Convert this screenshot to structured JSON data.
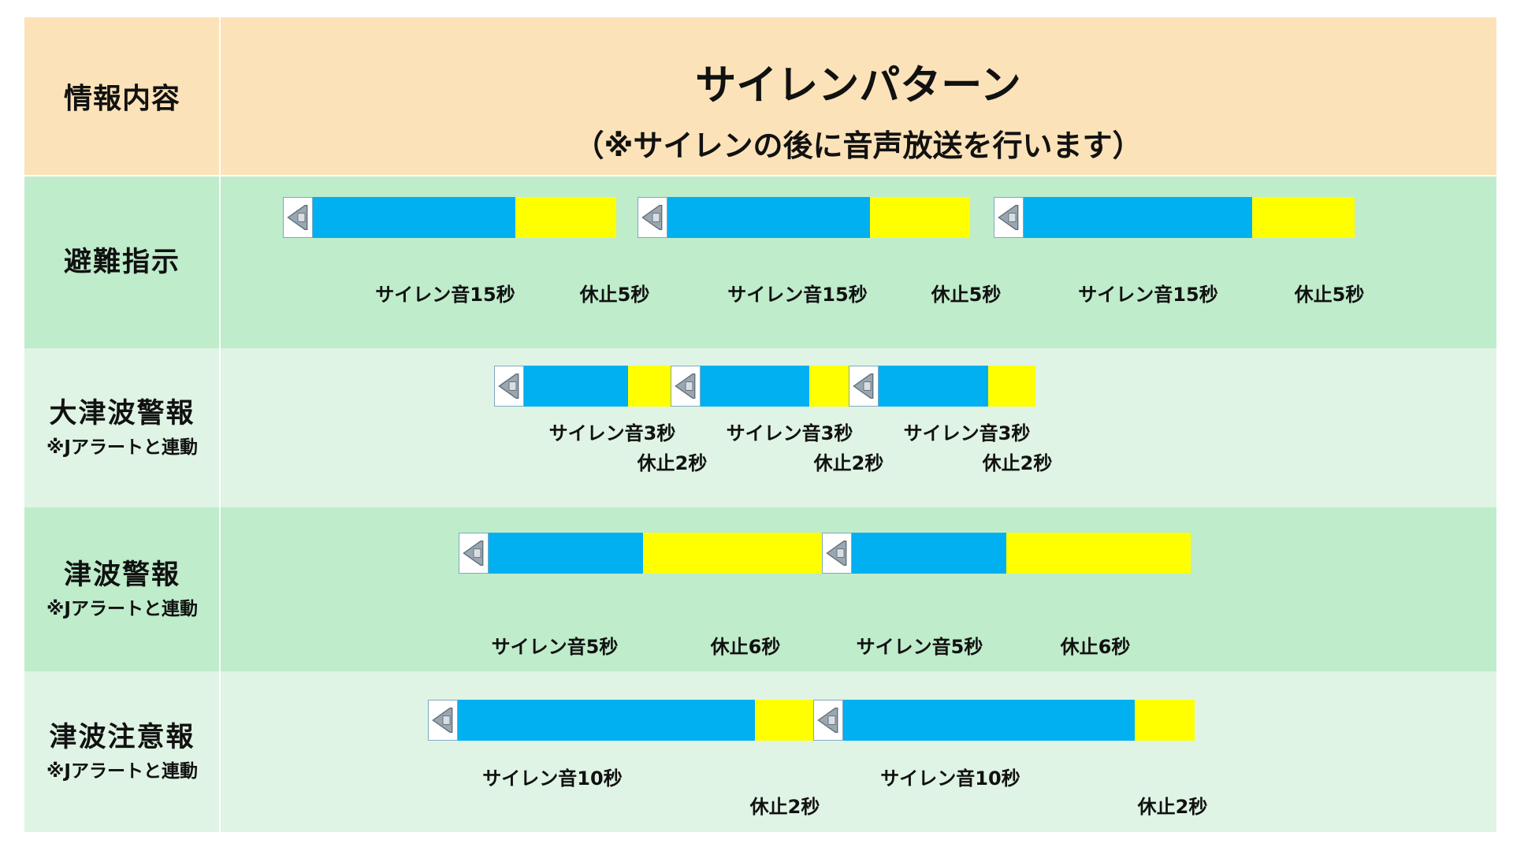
{
  "header": {
    "left_label": "情報内容",
    "title": "サイレンパターン",
    "subtitle": "（※サイレンの後に音声放送を行います）"
  },
  "rows": [
    {
      "label": "避難指示",
      "note": "",
      "segments": [
        {
          "type": "siren",
          "label": "サイレン音15秒"
        },
        {
          "type": "pause",
          "label": "休止5秒"
        },
        {
          "type": "siren",
          "label": "サイレン音15秒"
        },
        {
          "type": "pause",
          "label": "休止5秒"
        },
        {
          "type": "siren",
          "label": "サイレン音15秒"
        },
        {
          "type": "pause",
          "label": "休止5秒"
        }
      ]
    },
    {
      "label": "大津波警報",
      "note": "※Jアラートと連動",
      "segments": [
        {
          "type": "siren",
          "label": "サイレン音3秒"
        },
        {
          "type": "pause",
          "label": "休止2秒"
        },
        {
          "type": "siren",
          "label": "サイレン音3秒"
        },
        {
          "type": "pause",
          "label": "休止2秒"
        },
        {
          "type": "siren",
          "label": "サイレン音3秒"
        },
        {
          "type": "pause",
          "label": "休止2秒"
        }
      ]
    },
    {
      "label": "津波警報",
      "note": "※Jアラートと連動",
      "segments": [
        {
          "type": "siren",
          "label": "サイレン音5秒"
        },
        {
          "type": "pause",
          "label": "休止6秒"
        },
        {
          "type": "siren",
          "label": "サイレン音5秒"
        },
        {
          "type": "pause",
          "label": "休止6秒"
        }
      ]
    },
    {
      "label": "津波注意報",
      "note": "※Jアラートと連動",
      "segments": [
        {
          "type": "siren",
          "label": "サイレン音10秒"
        },
        {
          "type": "pause",
          "label": "休止2秒"
        },
        {
          "type": "siren",
          "label": "サイレン音10秒"
        },
        {
          "type": "pause",
          "label": "休止2秒"
        }
      ]
    }
  ],
  "icon": "speaker-icon",
  "colors": {
    "header_bg": "#fbe2b8",
    "row_dark_bg": "#bfeccb",
    "row_light_bg": "#dff4e4",
    "siren": "#00b0f0",
    "pause": "#ffff00"
  }
}
